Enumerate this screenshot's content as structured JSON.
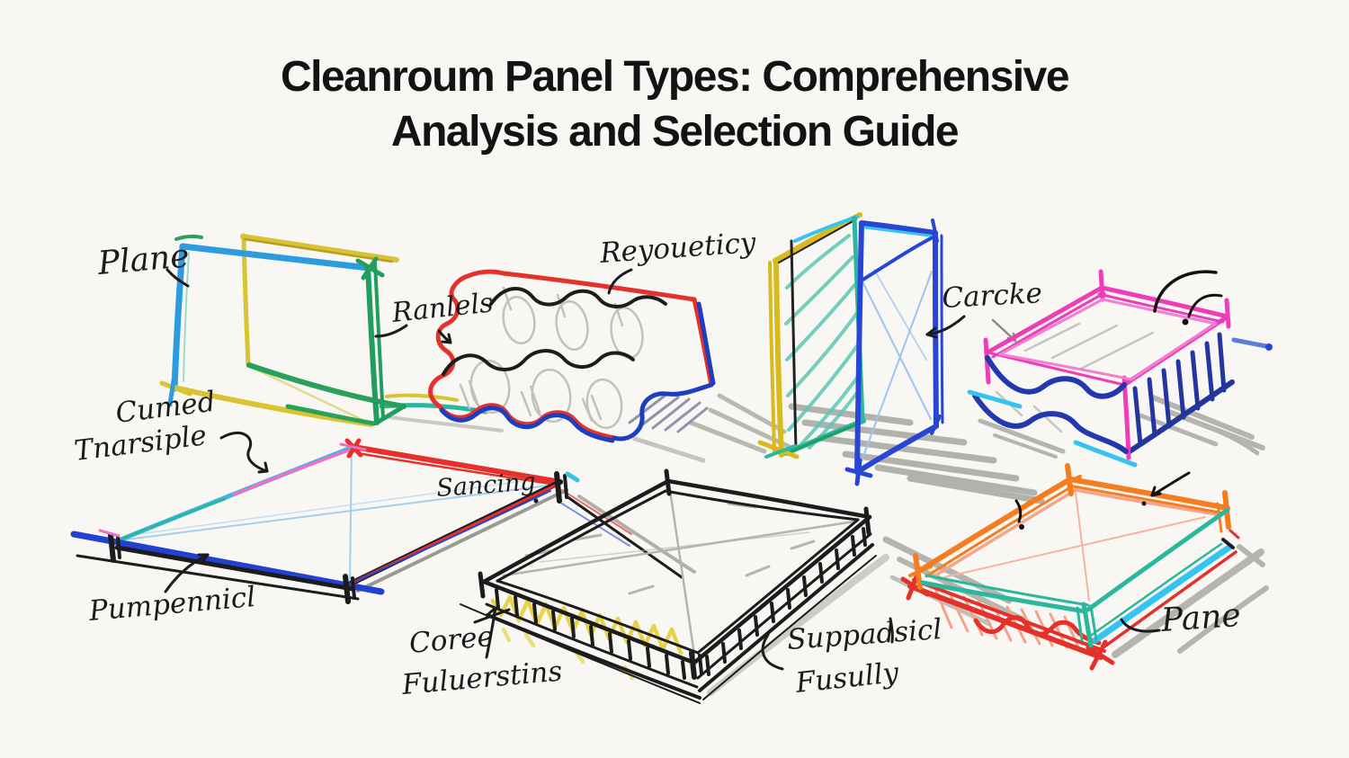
{
  "page": {
    "background_color": "#f8f7f3",
    "shadow_color": "#b5b5b0",
    "ink_color": "#1b1b1b"
  },
  "title": {
    "line1": "Cleanroum Panel Types: Comprehensive",
    "line2": "Analysis and Selection Guide",
    "color": "#131313"
  },
  "labels": {
    "plane": "Plane",
    "ranlels": "Ranlels",
    "reyoueticy": "Reyoueticy",
    "carcke": "Carcke",
    "cumed_1": "Cumed",
    "cumed_2": "Tnarsiple",
    "sancing": "Sancing",
    "pumpennicl": "Pumpennicl",
    "coree_1": "Coree",
    "coree_2": "Fuluerstins",
    "suppadsicl_1": "Suppadsicl",
    "suppadsicl_2": "Fusully",
    "pane": "Pane"
  },
  "sketches": [
    {
      "id": "wireframe-box",
      "label": "Plane",
      "palette": [
        "#2b9ce0",
        "#1f9e5f",
        "#d9c332",
        "#2bb79b"
      ]
    },
    {
      "id": "corrugated-panel",
      "label": "Reyoueticy",
      "secondary_label": "Ranlels",
      "palette": [
        "#e5312b",
        "#1d3fbf",
        "#1c1c1c",
        "#b9b9b2"
      ]
    },
    {
      "id": "vertical-panels",
      "label": "Carcke",
      "palette": [
        "#d9b91c",
        "#35c3ef",
        "#2bb79b",
        "#2846d4"
      ]
    },
    {
      "id": "wavy-tray",
      "palette": [
        "#ee3db8",
        "#24369e",
        "#35c3ef"
      ]
    },
    {
      "id": "flat-diamond-panel",
      "labels": [
        "Cumed Tnarsiple",
        "Sancing",
        "Pumpennicl"
      ],
      "palette": [
        "#3fb5e8",
        "#e5312b",
        "#1c1c1c",
        "#2341d0",
        "#f06fc2"
      ]
    },
    {
      "id": "sandwich-panel",
      "labels": [
        "Coree Fuluerstins",
        "Suppadsicl Fusully"
      ],
      "palette": [
        "#1c1c1c",
        "#e0ca33",
        "#b5b5ae"
      ]
    },
    {
      "id": "frame-tray",
      "label": "Pane",
      "palette": [
        "#f57d20",
        "#2bb79b",
        "#e5312b",
        "#35c3ef",
        "#f5a58c"
      ]
    }
  ]
}
